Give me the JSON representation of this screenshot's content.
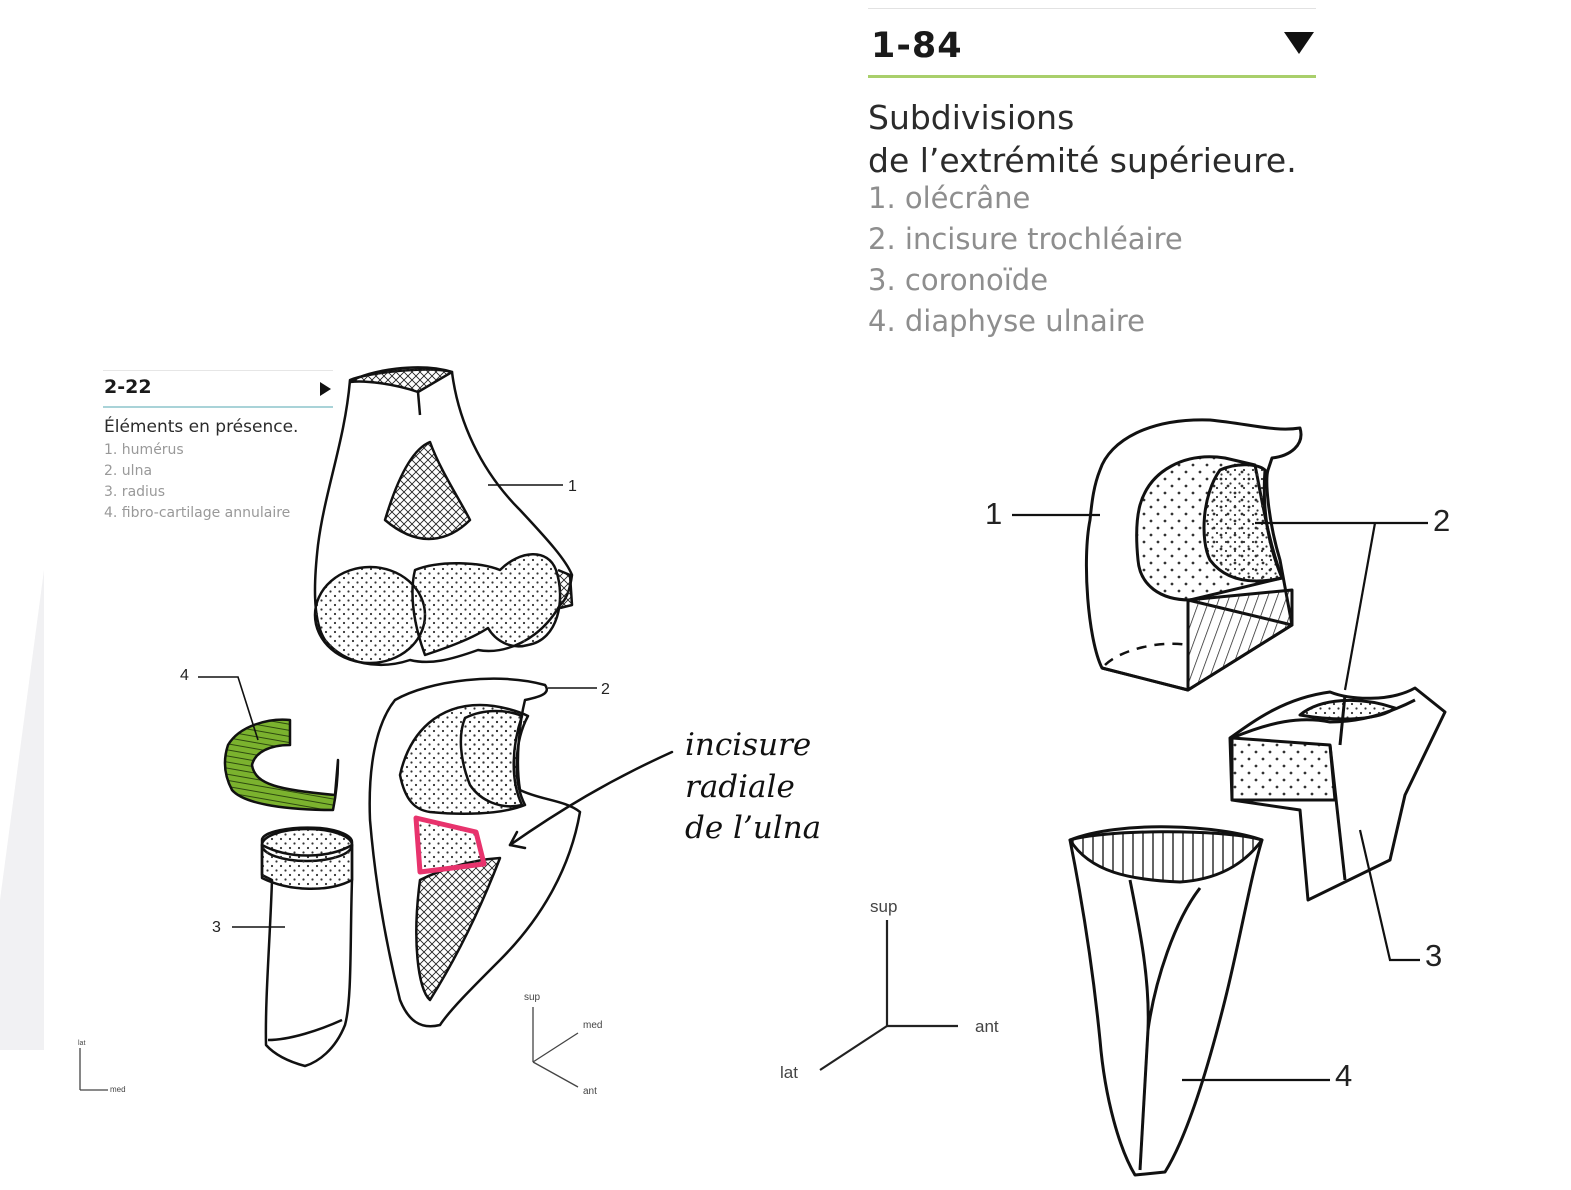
{
  "figure_184": {
    "number": "1-84",
    "title_line1": "Subdivisions",
    "title_line2": "de l’extrémité supérieure.",
    "items": [
      "1. olécrâne",
      "2. incisure trochléaire",
      "3. coronoïde",
      "4. diaphyse ulnaire"
    ],
    "labels": [
      "1",
      "2",
      "3",
      "4"
    ],
    "axes": {
      "sup": "sup",
      "ant": "ant",
      "lat": "lat"
    },
    "accent_line_color": "#a9cf6b"
  },
  "figure_222": {
    "number": "2-22",
    "title": "Éléments en présence.",
    "items": [
      "1. humérus",
      "2. ulna",
      "3. radius",
      "4. fibro-cartilage annulaire"
    ],
    "labels": [
      "1",
      "2",
      "3",
      "4"
    ],
    "axes": {
      "sup": "sup",
      "med": "med",
      "ant": "ant",
      "lat": "lat",
      "med2": "med"
    },
    "ligament_color": "#7bb22e",
    "accent_line_color": "#a9d3d8"
  },
  "annotation": {
    "lines": [
      "incisure",
      "radiale",
      "de l’ulna"
    ],
    "highlight_color": "#e8336d"
  }
}
